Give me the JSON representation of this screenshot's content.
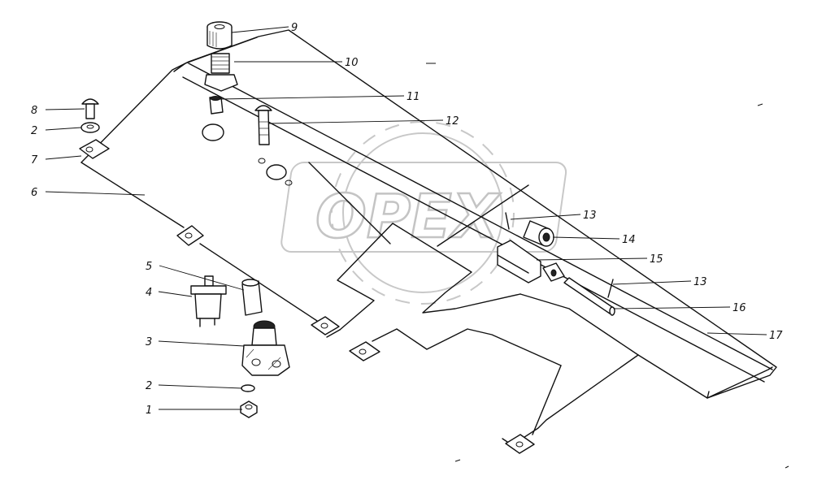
{
  "watermark": {
    "text": "OPEX"
  },
  "callouts": [
    {
      "id": "c1",
      "label": "1"
    },
    {
      "id": "c2a",
      "label": "2"
    },
    {
      "id": "c2b",
      "label": "2"
    },
    {
      "id": "c3",
      "label": "3"
    },
    {
      "id": "c4",
      "label": "4"
    },
    {
      "id": "c5",
      "label": "5"
    },
    {
      "id": "c6",
      "label": "6"
    },
    {
      "id": "c7",
      "label": "7"
    },
    {
      "id": "c8",
      "label": "8"
    },
    {
      "id": "c9",
      "label": "9"
    },
    {
      "id": "c10",
      "label": "10"
    },
    {
      "id": "c11",
      "label": "11"
    },
    {
      "id": "c12",
      "label": "12"
    },
    {
      "id": "c13a",
      "label": "13"
    },
    {
      "id": "c13b",
      "label": "13"
    },
    {
      "id": "c14",
      "label": "14"
    },
    {
      "id": "c15",
      "label": "15"
    },
    {
      "id": "c16",
      "label": "16"
    },
    {
      "id": "c17",
      "label": "17"
    }
  ]
}
